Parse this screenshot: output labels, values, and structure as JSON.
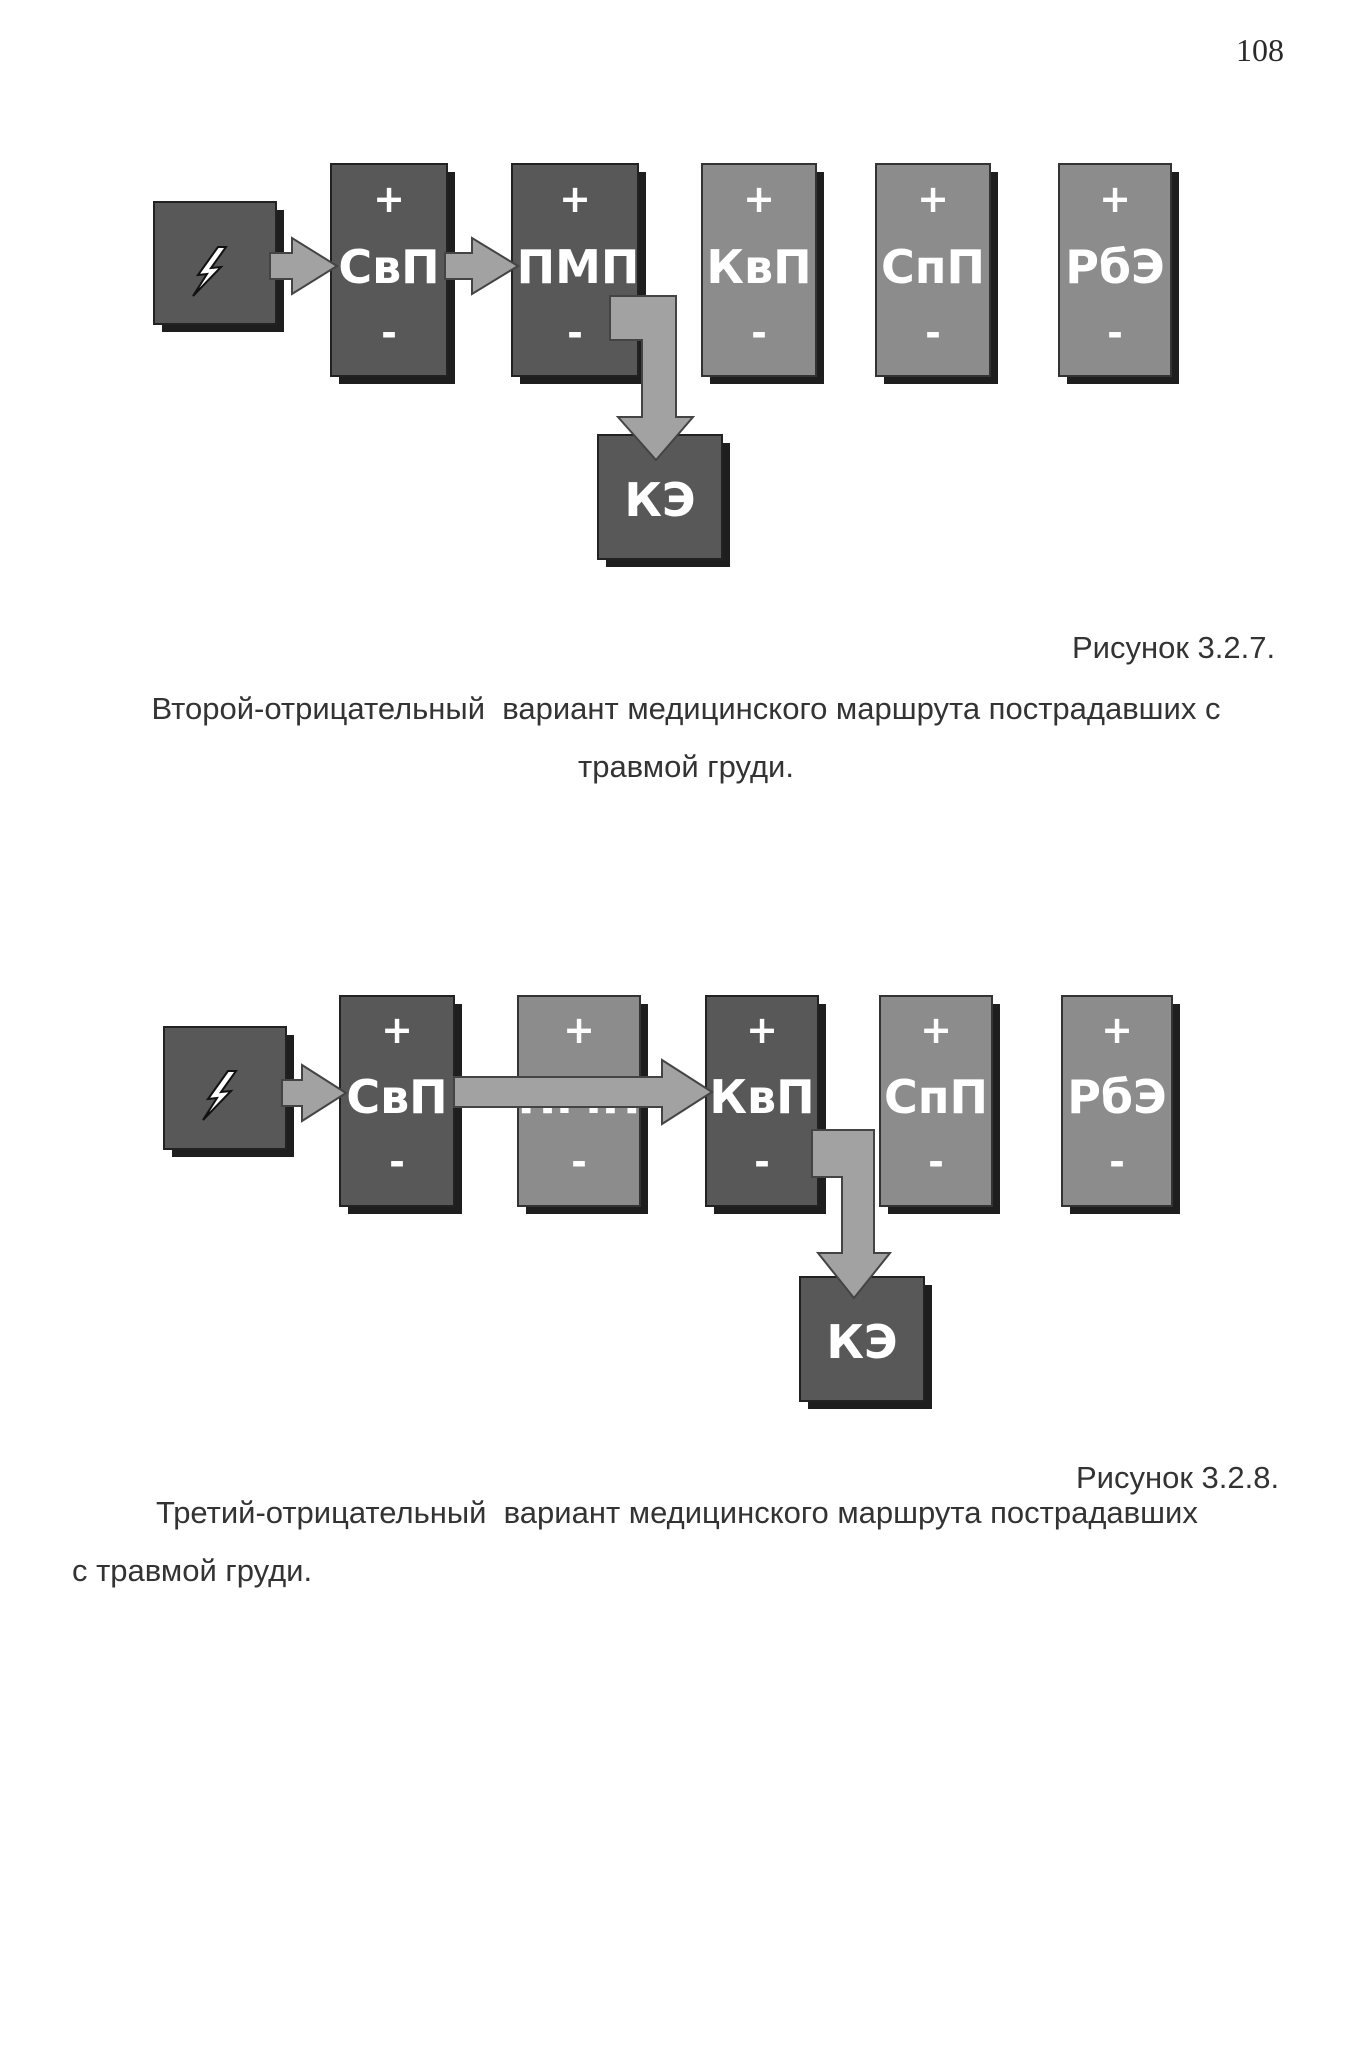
{
  "page_number": "108",
  "stage_plus": "+",
  "stage_minus": "-",
  "figures": [
    {
      "stages": [
        "СвП",
        "ПМП",
        "КвП",
        "СпП",
        "РбЭ"
      ],
      "exit": "КЭ",
      "number": "Рисунок 3.2.7.",
      "caption_line1": "Второй-отрицательный  вариант медицинского маршрута пострадавших с",
      "caption_line2": "травмой груди."
    },
    {
      "stages": [
        "СвП",
        "ПМП",
        "КвП",
        "СпП",
        "РбЭ"
      ],
      "exit": "КЭ",
      "number": "Рисунок 3.2.8.",
      "caption_line1": "Третий-отрицательный  вариант медицинского маршрута пострадавших",
      "caption_line2": "с травмой груди."
    }
  ],
  "colors": {
    "dark_box": "#585858",
    "light_box": "#8c8c8c",
    "shadow": "#1e1e1e",
    "arrow": "#a2a2a2"
  },
  "icons": {
    "injury": "lightning-icon"
  }
}
